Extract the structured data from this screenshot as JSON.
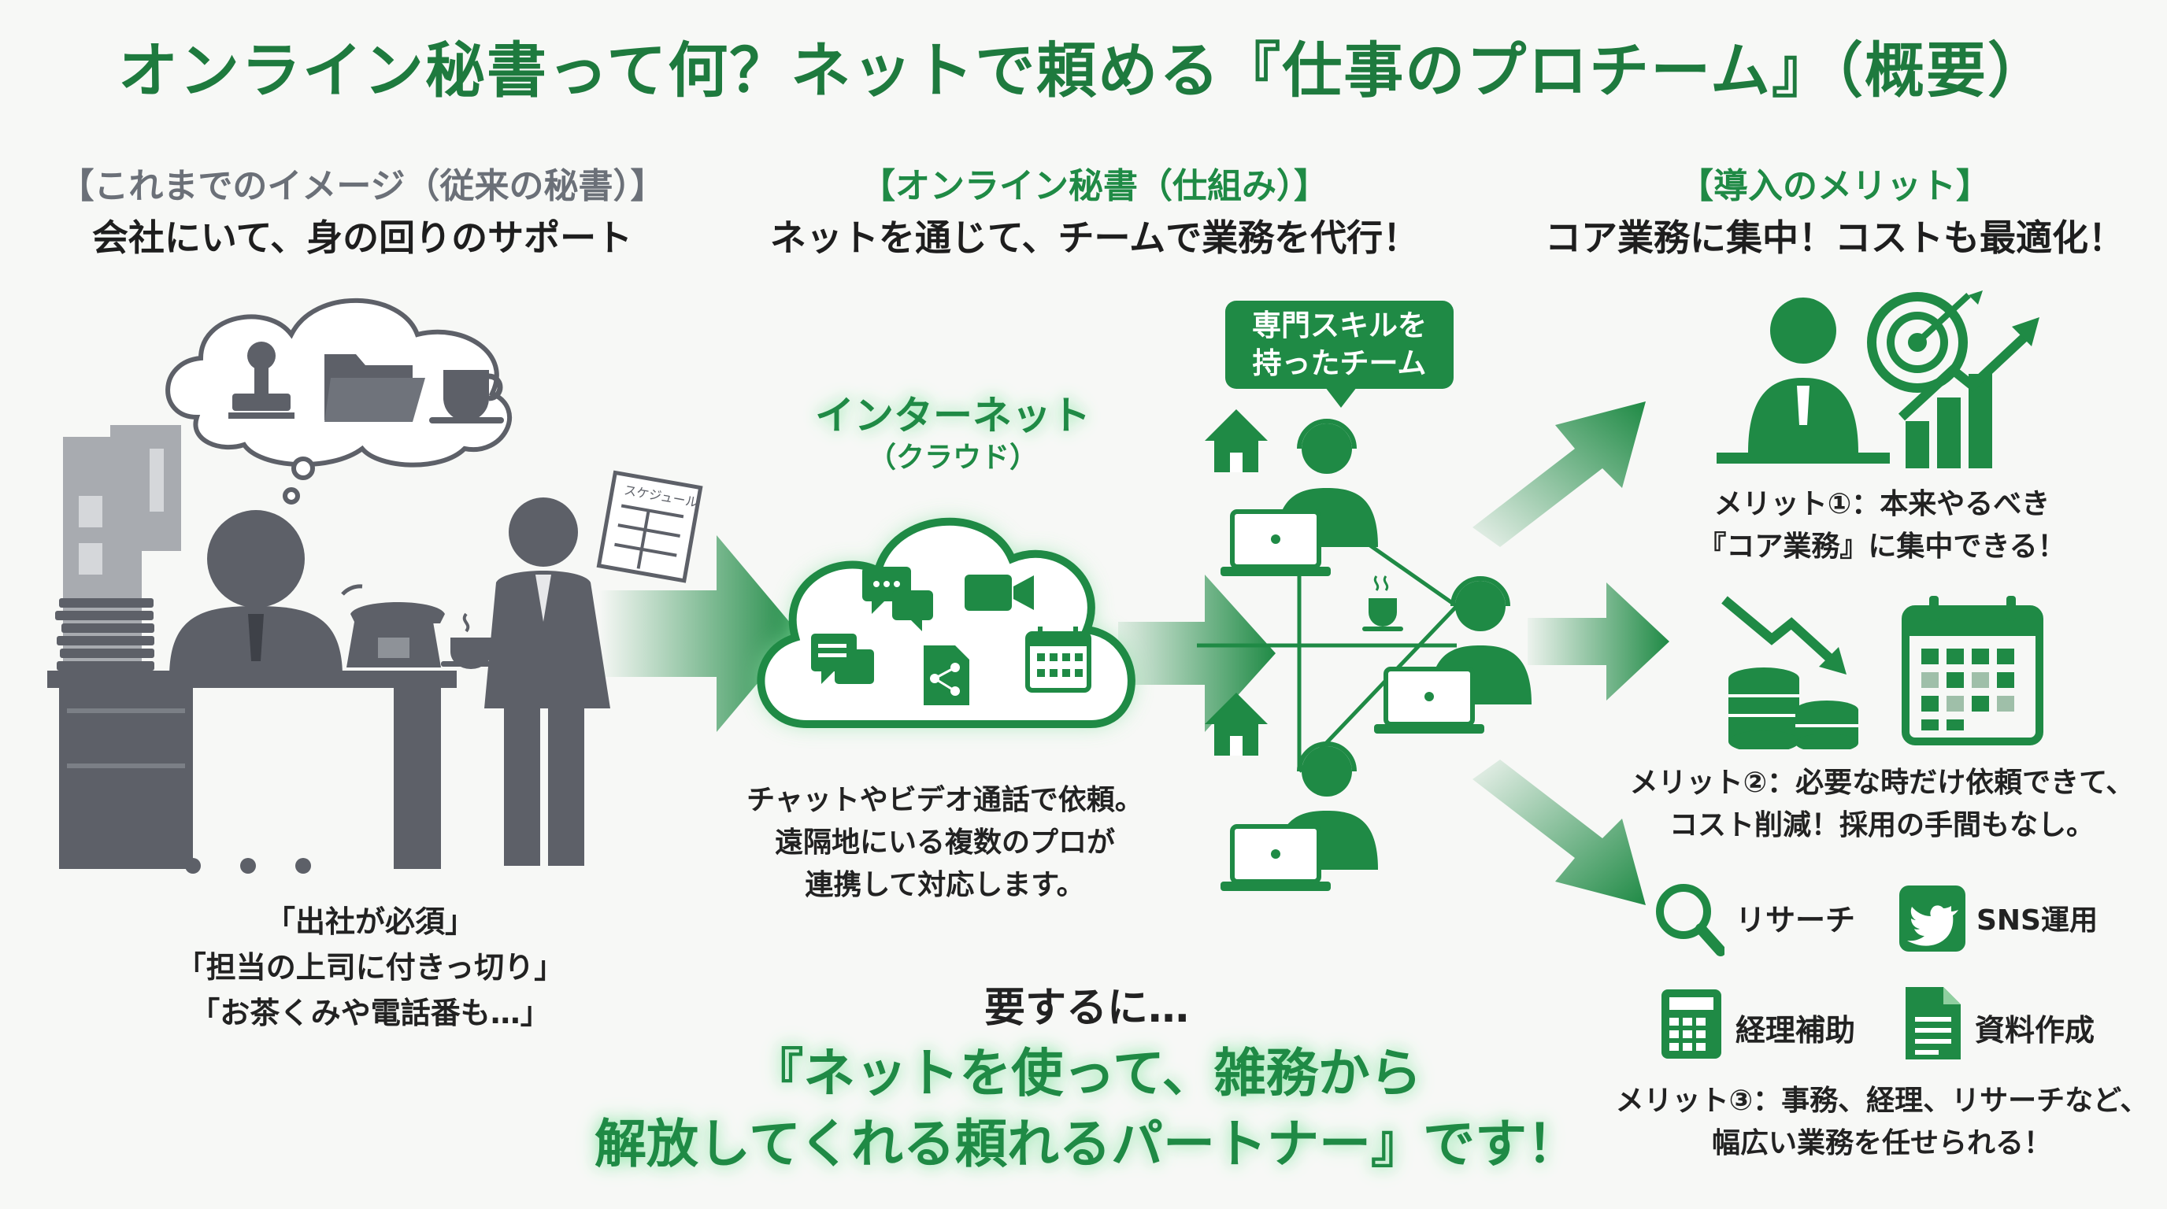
{
  "title": "オンライン秘書って何？ネットで頼める『仕事のプロチーム』（概要）",
  "left": {
    "heading": "【これまでのイメージ（従来の秘書）】",
    "subheading": "会社にいて、身の回りのサポート",
    "schedule_label": "スケジュール",
    "quotes": [
      "「出社が必須」",
      "「担当の上司に付きっ切り」",
      "「お茶くみや電話番も…」"
    ]
  },
  "center": {
    "heading": "【オンライン秘書（仕組み）】",
    "subheading": "ネットを通じて、チームで業務を代行！",
    "cloud_label": "インターネット",
    "cloud_sublabel": "（クラウド）",
    "team_bubble": [
      "専門スキルを",
      "持ったチーム"
    ],
    "description": [
      "チャットやビデオ通話で依頼。",
      "遠隔地にいる複数のプロが",
      "連携して対応します。"
    ]
  },
  "right": {
    "heading": "【導入のメリット】",
    "subheading": "コア業務に集中！コストも最適化！",
    "merit1": [
      "メリット①：本来やるべき",
      "『コア業務』に集中できる！"
    ],
    "merit2": [
      "メリット②：必要な時だけ依頼できて、",
      "コスト削減！採用の手間もなし。"
    ],
    "services": [
      "リサーチ",
      "SNS運用",
      "経理補助",
      "資料作成"
    ],
    "merit3": [
      "メリット③：事務、経理、リサーチなど、",
      "幅広い業務を任せられる！"
    ]
  },
  "summary": {
    "lead": "要するに…",
    "line1": "『ネットを使って、雑務から",
    "line2": "解放してくれる頼れるパートナー』です！"
  },
  "colors": {
    "green": "#1f8a45",
    "dark_green": "#1e7a3e",
    "gray": "#5d6068",
    "light_gray": "#a8abb0"
  }
}
